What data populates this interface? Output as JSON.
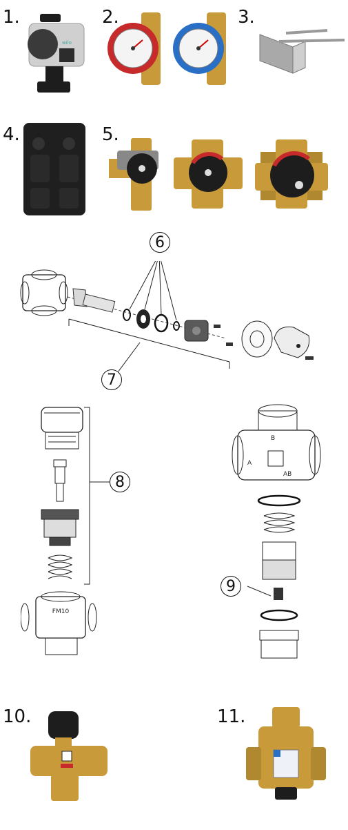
{
  "labels": {
    "item1": "1.",
    "item2": "2.",
    "item3": "3.",
    "item4": "4.",
    "item5": "5.",
    "item10": "10.",
    "item11": "11."
  },
  "callouts": {
    "c6": "6",
    "c7": "7",
    "c8": "8",
    "c9": "9"
  },
  "valve_markings": {
    "b": "B",
    "a": "A",
    "ab": "AB",
    "fm": "FM10"
  },
  "colors": {
    "brass": "#c99a3a",
    "brass_dark": "#8a6420",
    "red": "#c62a2a",
    "blue": "#2a6fc6",
    "black": "#1d1d1d",
    "steel": "#b9b9b9"
  }
}
